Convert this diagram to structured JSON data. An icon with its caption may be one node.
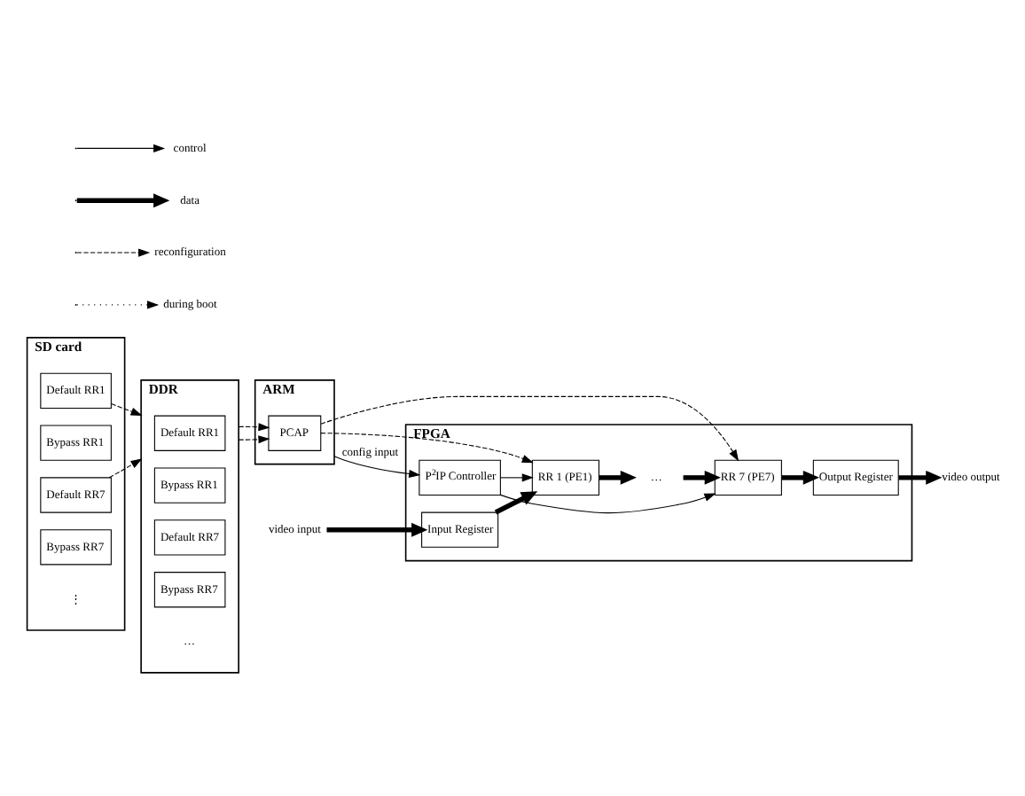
{
  "diagram": {
    "nodes": [
      {
        "text": [
          "FPGA"
        ]
      },
      {
        "text": [
          "Input Register"
        ],
        "in": 0
      },
      {
        "text": [
          "RR 1 (PE1)"
        ],
        "in": 0
      },
      {
        "text": [
          "RR 7 (PE7)"
        ],
        "in": 0
      },
      {
        "text": [
          "Output Register"
        ],
        "in": 0
      },
      {
        "text": [
          "P$^{2}$IP Controller"
        ],
        "in": 0
      },
      {
        "text": [
          "ARM"
        ]
      },
      {
        "text": [
          "PCAP"
        ],
        "in": 6
      },
      {
        "text": [
          "SD card"
        ]
      },
      {
        "text": [
          "Default RR1"
        ],
        "in": 8
      },
      {
        "text": [
          "Bypass RR1"
        ],
        "in": 8
      },
      {
        "text": [
          "Default RR7"
        ],
        "in": 8
      },
      {
        "text": [
          "Bypass RR7"
        ],
        "in": 8
      },
      {
        "text": [
          "DDR"
        ]
      },
      {
        "text": [
          "Default RR1"
        ],
        "in": 13
      },
      {
        "text": [
          "Bypass RR1"
        ],
        "in": 13
      },
      {
        "text": [
          "Default RR7"
        ],
        "in": 13
      },
      {
        "text": [
          "Bypass RR7"
        ],
        "in": 13
      },
      {
        "text": [
          "video input"
        ]
      },
      {
        "text": [
          "video output"
        ]
      },
      {
        "text": [
          "…"
        ],
        "in": 0
      }
    ],
    "edges": [
      {
        "from": 18,
        "to": 1,
        "arrow": "to",
        "style": "thick"
      },
      {
        "from": 1,
        "to": 2,
        "arrow": "to",
        "style": "thick"
      },
      {
        "from": 2,
        "to": 20,
        "arrow": "to",
        "style": "thick"
      },
      {
        "from": 20,
        "to": 3,
        "arrow": "to",
        "style": "thick"
      },
      {
        "from": 3,
        "to": 4,
        "arrow": "to",
        "style": "thick"
      },
      {
        "from": 4,
        "to": 19,
        "arrow": "to",
        "style": "thick"
      },
      {
        "from": 6,
        "to": 5,
        "arrow": "to",
        "label": "config input"
      },
      {
        "from": 5,
        "to": 2,
        "arrow": "to"
      },
      {
        "from": 5,
        "to": 3,
        "arrow": "to"
      },
      {
        "from": 7,
        "to": 2,
        "arrow": "to",
        "style": "dashed"
      },
      {
        "from": 7,
        "to": 3,
        "arrow": "to",
        "style": "dashed"
      },
      {
        "from": 13,
        "to": 7,
        "arrow": "to",
        "style": "dashed"
      },
      {
        "from": 13,
        "to": 7,
        "arrow": "to",
        "style": "dashed"
      },
      {
        "from": 9,
        "to": 13,
        "arrow": "to",
        "style": "dashed"
      },
      {
        "from": 11,
        "to": 13,
        "arrow": "to",
        "style": "dashed"
      }
    ],
    "labels": [
      "⋮",
      "…"
    ],
    "legend": [
      {
        "text": "control"
      },
      {
        "text": "data"
      },
      {
        "text": "reconfiguration"
      },
      {
        "text": "during boot"
      }
    ]
  }
}
